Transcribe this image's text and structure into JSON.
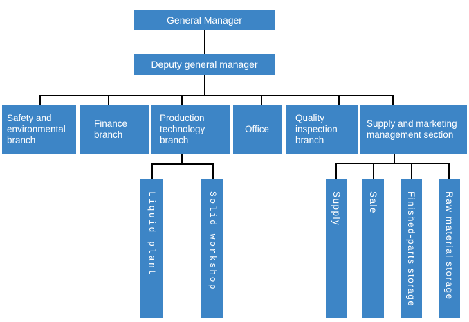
{
  "colors": {
    "box_blue": "#3d85c6",
    "text_white": "#ffffff",
    "line_black": "#000000",
    "background": "#ffffff"
  },
  "org_chart": {
    "root": {
      "label": "General Manager"
    },
    "deputy": {
      "label": "Deputy general manager"
    },
    "departments": [
      {
        "label": "Safety and environmental branch"
      },
      {
        "label": "Finance branch"
      },
      {
        "label": "Production technology branch"
      },
      {
        "label": "Office"
      },
      {
        "label": "Quality inspection branch"
      },
      {
        "label": "Supply and marketing management section"
      }
    ],
    "production_units": [
      {
        "label": "Liquid plant"
      },
      {
        "label": "Solid workshop"
      }
    ],
    "supply_units": [
      {
        "label": "Supply"
      },
      {
        "label": "Sale"
      },
      {
        "label": "Finished-parts storage"
      },
      {
        "label": "Raw material storage"
      }
    ]
  }
}
